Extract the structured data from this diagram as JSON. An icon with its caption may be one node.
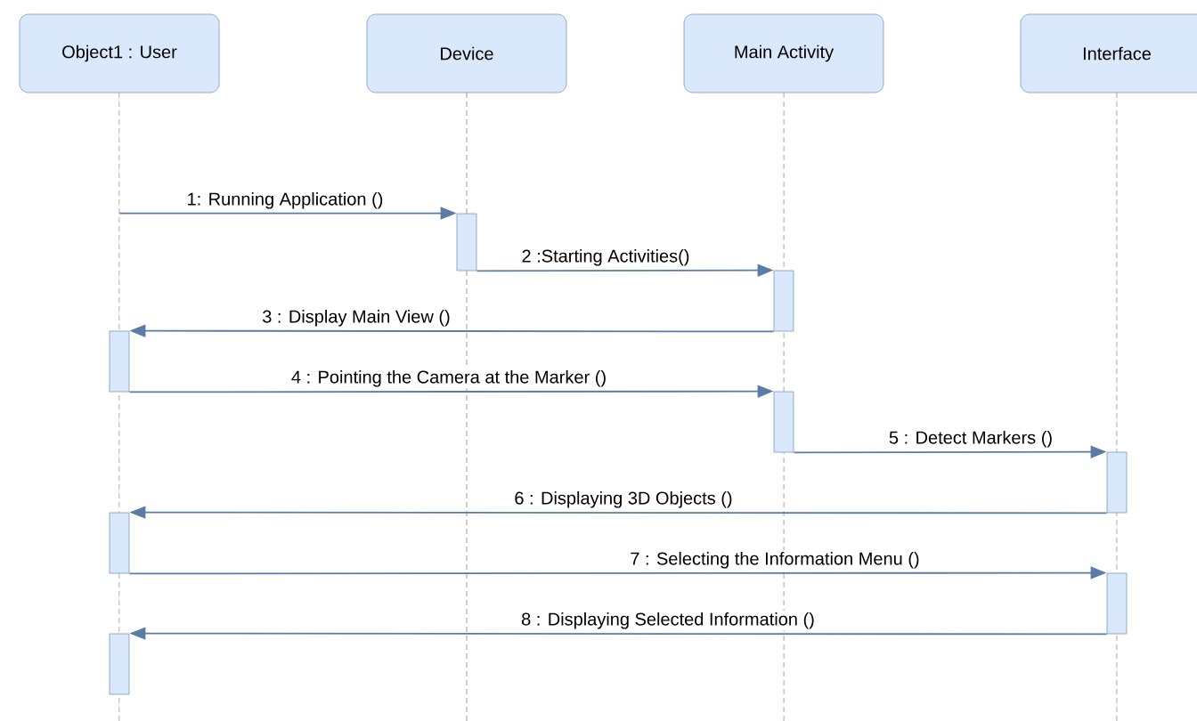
{
  "diagram": {
    "nodes": [
      {
        "text": [
          "Object1 : User"
        ]
      },
      {
        "text": [
          "Device"
        ]
      },
      {
        "text": [
          "Main Activity"
        ]
      },
      {
        "text": [
          "Interface"
        ]
      },
      {
        "text": [],
        "shape": "bar"
      },
      {
        "text": [],
        "shape": "bar"
      },
      {
        "text": [],
        "shape": "bar"
      },
      {
        "text": [],
        "shape": "bar"
      },
      {
        "text": [],
        "shape": "bar"
      },
      {
        "text": [],
        "shape": "bar"
      },
      {
        "text": [],
        "shape": "bar"
      },
      {
        "text": [],
        "shape": "bar"
      }
    ],
    "edges": [
      {
        "from": null,
        "to": 4,
        "arrow": "to",
        "label": "1:  Running Application ()"
      },
      {
        "from": 4,
        "to": 5,
        "arrow": "to",
        "label": "2 :Starting Activities()"
      },
      {
        "from": 5,
        "to": 6,
        "arrow": "to",
        "label": "3 : Display Main View ()"
      },
      {
        "from": 6,
        "to": 7,
        "arrow": "to",
        "label": "4 : Pointing the Camera at the Marker ()"
      },
      {
        "from": 7,
        "to": 8,
        "arrow": "to",
        "label": "5 : Detect Markers ()"
      },
      {
        "from": 8,
        "to": 9,
        "arrow": "to",
        "label": "6 : Displaying 3D Objects ()"
      },
      {
        "from": 9,
        "to": 10,
        "arrow": "to",
        "label": "7 : Selecting the Information Menu ()"
      },
      {
        "from": 10,
        "to": 11,
        "arrow": "to",
        "label": "8 : Displaying Selected Information ()"
      }
    ]
  }
}
